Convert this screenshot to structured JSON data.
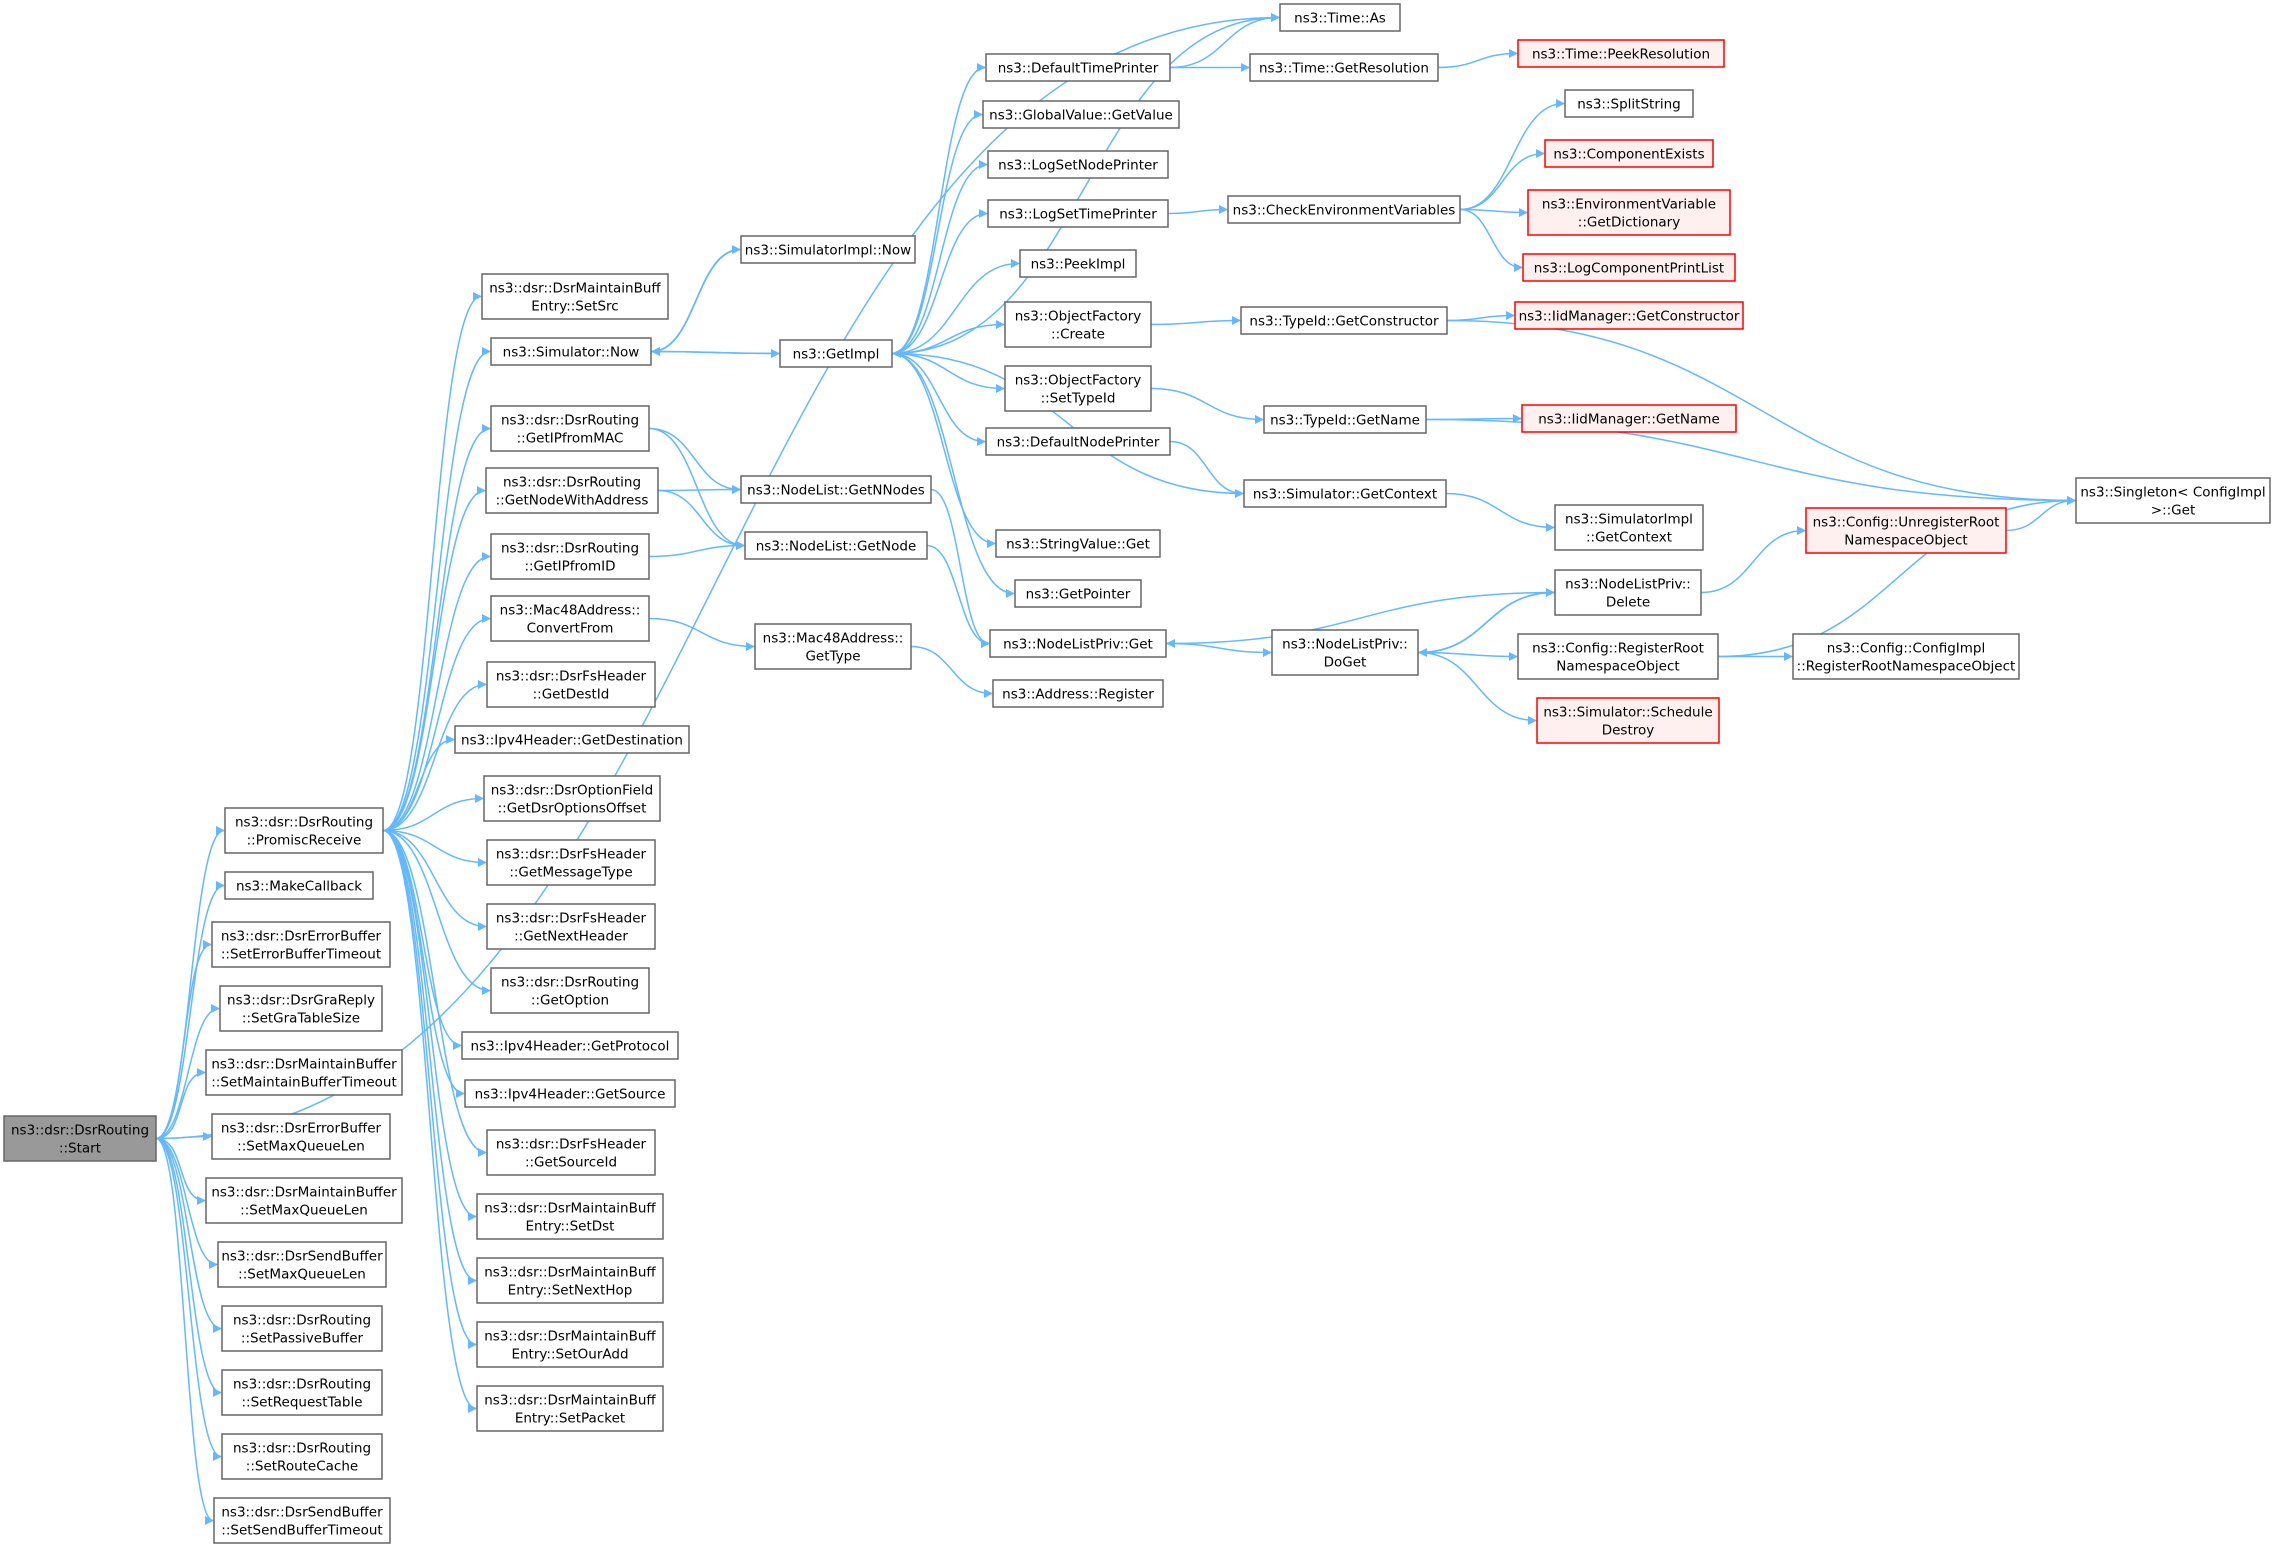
{
  "colors": {
    "edge": "#63b8ff",
    "node_border": "#666666",
    "node_fill": "#ffffff",
    "root_fill": "#999999",
    "truncated_border": "#ff0000",
    "truncated_fill": "#fff0f0"
  },
  "nodes": {
    "start": {
      "lines": [
        "ns3::dsr::DsrRouting",
        "::Start"
      ]
    },
    "time_as": {
      "lines": [
        "ns3::Time::As"
      ]
    },
    "promisc": {
      "lines": [
        "ns3::dsr::DsrRouting",
        "::PromiscReceive"
      ]
    },
    "make_callback": {
      "lines": [
        "ns3::MakeCallback"
      ]
    },
    "set_err_timeout": {
      "lines": [
        "ns3::dsr::DsrErrorBuffer",
        "::SetErrorBufferTimeout"
      ]
    },
    "set_gra": {
      "lines": [
        "ns3::dsr::DsrGraReply",
        "::SetGraTableSize"
      ]
    },
    "set_maint_timeout": {
      "lines": [
        "ns3::dsr::DsrMaintainBuffer",
        "::SetMaintainBufferTimeout"
      ]
    },
    "err_maxq": {
      "lines": [
        "ns3::dsr::DsrErrorBuffer",
        "::SetMaxQueueLen"
      ]
    },
    "maint_maxq": {
      "lines": [
        "ns3::dsr::DsrMaintainBuffer",
        "::SetMaxQueueLen"
      ]
    },
    "send_maxq": {
      "lines": [
        "ns3::dsr::DsrSendBuffer",
        "::SetMaxQueueLen"
      ]
    },
    "passive": {
      "lines": [
        "ns3::dsr::DsrRouting",
        "::SetPassiveBuffer"
      ]
    },
    "reqtable": {
      "lines": [
        "ns3::dsr::DsrRouting",
        "::SetRequestTable"
      ]
    },
    "routecache": {
      "lines": [
        "ns3::dsr::DsrRouting",
        "::SetRouteCache"
      ]
    },
    "sendbuf_timeout": {
      "lines": [
        "ns3::dsr::DsrSendBuffer",
        "::SetSendBufferTimeout"
      ]
    },
    "setsrc": {
      "lines": [
        "ns3::dsr::DsrMaintainBuff",
        "Entry::SetSrc"
      ]
    },
    "sim_now": {
      "lines": [
        "ns3::Simulator::Now"
      ]
    },
    "getip_mac": {
      "lines": [
        "ns3::dsr::DsrRouting",
        "::GetIPfromMAC"
      ]
    },
    "getnode_addr": {
      "lines": [
        "ns3::dsr::DsrRouting",
        "::GetNodeWithAddress"
      ]
    },
    "getip_id": {
      "lines": [
        "ns3::dsr::DsrRouting",
        "::GetIPfromID"
      ]
    },
    "mac48_convert": {
      "lines": [
        "ns3::Mac48Address::",
        "ConvertFrom"
      ]
    },
    "fs_destid": {
      "lines": [
        "ns3::dsr::DsrFsHeader",
        "::GetDestId"
      ]
    },
    "ipv4_dest": {
      "lines": [
        "ns3::Ipv4Header::GetDestination"
      ]
    },
    "opt_offset": {
      "lines": [
        "ns3::dsr::DsrOptionField",
        "::GetDsrOptionsOffset"
      ]
    },
    "fs_msgtype": {
      "lines": [
        "ns3::dsr::DsrFsHeader",
        "::GetMessageType"
      ]
    },
    "fs_nexthdr": {
      "lines": [
        "ns3::dsr::DsrFsHeader",
        "::GetNextHeader"
      ]
    },
    "routing_getoption": {
      "lines": [
        "ns3::dsr::DsrRouting",
        "::GetOption"
      ]
    },
    "ipv4_proto": {
      "lines": [
        "ns3::Ipv4Header::GetProtocol"
      ]
    },
    "ipv4_src": {
      "lines": [
        "ns3::Ipv4Header::GetSource"
      ]
    },
    "fs_srcid": {
      "lines": [
        "ns3::dsr::DsrFsHeader",
        "::GetSourceId"
      ]
    },
    "setdst": {
      "lines": [
        "ns3::dsr::DsrMaintainBuff",
        "Entry::SetDst"
      ]
    },
    "setnexthop": {
      "lines": [
        "ns3::dsr::DsrMaintainBuff",
        "Entry::SetNextHop"
      ]
    },
    "setouradd": {
      "lines": [
        "ns3::dsr::DsrMaintainBuff",
        "Entry::SetOurAdd"
      ]
    },
    "setpacket": {
      "lines": [
        "ns3::dsr::DsrMaintainBuff",
        "Entry::SetPacket"
      ]
    },
    "simimpl_now": {
      "lines": [
        "ns3::SimulatorImpl::Now"
      ]
    },
    "getimpl": {
      "lines": [
        "ns3::GetImpl"
      ]
    },
    "nl_getnnodes": {
      "lines": [
        "ns3::NodeList::GetNNodes"
      ]
    },
    "nl_getnode": {
      "lines": [
        "ns3::NodeList::GetNode"
      ]
    },
    "mac48_gettype": {
      "lines": [
        "ns3::Mac48Address::",
        "GetType"
      ]
    },
    "default_time_printer": {
      "lines": [
        "ns3::DefaultTimePrinter"
      ]
    },
    "gv_getvalue": {
      "lines": [
        "ns3::GlobalValue::GetValue"
      ]
    },
    "log_set_node": {
      "lines": [
        "ns3::LogSetNodePrinter"
      ]
    },
    "log_set_time": {
      "lines": [
        "ns3::LogSetTimePrinter"
      ]
    },
    "peekimpl": {
      "lines": [
        "ns3::PeekImpl"
      ]
    },
    "of_create": {
      "lines": [
        "ns3::ObjectFactory",
        "::Create"
      ]
    },
    "of_settypeid": {
      "lines": [
        "ns3::ObjectFactory",
        "::SetTypeId"
      ]
    },
    "default_node_printer": {
      "lines": [
        "ns3::DefaultNodePrinter"
      ]
    },
    "stringvalue_get": {
      "lines": [
        "ns3::StringValue::Get"
      ]
    },
    "getpointer": {
      "lines": [
        "ns3::GetPointer"
      ]
    },
    "nlpriv_get": {
      "lines": [
        "ns3::NodeListPriv::Get"
      ]
    },
    "addr_register": {
      "lines": [
        "ns3::Address::Register"
      ]
    },
    "time_getres": {
      "lines": [
        "ns3::Time::GetResolution"
      ]
    },
    "check_env": {
      "lines": [
        "ns3::CheckEnvironmentVariables"
      ]
    },
    "typeid_getctor": {
      "lines": [
        "ns3::TypeId::GetConstructor"
      ]
    },
    "typeid_getname": {
      "lines": [
        "ns3::TypeId::GetName"
      ]
    },
    "sim_getcontext": {
      "lines": [
        "ns3::Simulator::GetContext"
      ]
    },
    "nlpriv_doget": {
      "lines": [
        "ns3::NodeListPriv::",
        "DoGet"
      ]
    },
    "peek_res": {
      "lines": [
        "ns3::Time::PeekResolution"
      ]
    },
    "split_string": {
      "lines": [
        "ns3::SplitString"
      ]
    },
    "comp_exists": {
      "lines": [
        "ns3::ComponentExists"
      ]
    },
    "env_dict": {
      "lines": [
        "ns3::EnvironmentVariable",
        "::GetDictionary"
      ]
    },
    "log_comp_print": {
      "lines": [
        "ns3::LogComponentPrintList"
      ]
    },
    "iid_getctor": {
      "lines": [
        "ns3::IidManager::GetConstructor"
      ]
    },
    "iid_getname": {
      "lines": [
        "ns3::IidManager::GetName"
      ]
    },
    "simimpl_getcontext": {
      "lines": [
        "ns3::SimulatorImpl",
        "::GetContext"
      ]
    },
    "nlpriv_delete": {
      "lines": [
        "ns3::NodeListPriv::",
        "Delete"
      ]
    },
    "cfg_register": {
      "lines": [
        "ns3::Config::RegisterRoot",
        "NamespaceObject"
      ]
    },
    "sim_schedule_destroy": {
      "lines": [
        "ns3::Simulator::Schedule",
        "Destroy"
      ]
    },
    "cfg_unregister": {
      "lines": [
        "ns3::Config::UnregisterRoot",
        "NamespaceObject"
      ]
    },
    "cfgimpl_register": {
      "lines": [
        "ns3::Config::ConfigImpl",
        "::RegisterRootNamespaceObject"
      ]
    },
    "singleton_get": {
      "lines": [
        "ns3::Singleton< ConfigImpl",
        " >::Get"
      ]
    }
  }
}
